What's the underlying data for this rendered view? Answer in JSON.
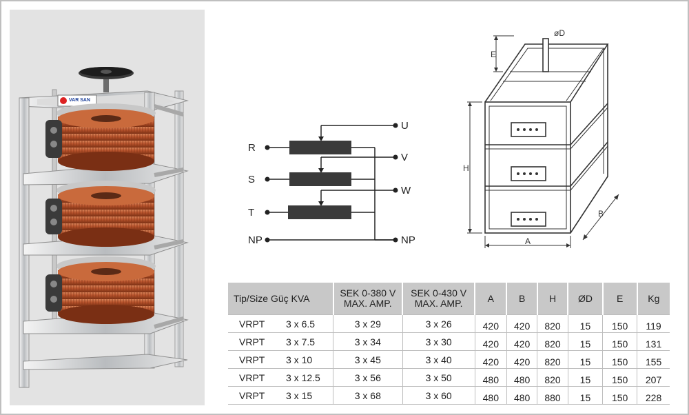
{
  "brand": {
    "logo_text": "VAR SAN"
  },
  "schematic": {
    "inputs": [
      "R",
      "S",
      "T",
      "NP"
    ],
    "outputs": [
      "U",
      "V",
      "W",
      "NP"
    ]
  },
  "dimension_drawing": {
    "labels": [
      "øD",
      "E",
      "H",
      "A",
      "B"
    ]
  },
  "table": {
    "headers": [
      {
        "line1": "Tip/Size Güç KVA",
        "line2": ""
      },
      {
        "line1": "SEK 0-380 V",
        "line2": "MAX. AMP."
      },
      {
        "line1": "SEK 0-430 V",
        "line2": "MAX. AMP."
      },
      {
        "line1": "A",
        "line2": ""
      },
      {
        "line1": "B",
        "line2": ""
      },
      {
        "line1": "H",
        "line2": ""
      },
      {
        "line1": "ØD",
        "line2": ""
      },
      {
        "line1": "E",
        "line2": ""
      },
      {
        "line1": "Kg",
        "line2": ""
      }
    ],
    "rows": [
      {
        "model": "VRPT",
        "kva": "3 x 6.5",
        "a380": "3 x 29",
        "a430": "3 x 26",
        "A": "420",
        "B": "420",
        "H": "820",
        "D": "15",
        "E": "150",
        "Kg": "119"
      },
      {
        "model": "VRPT",
        "kva": "3 x 7.5",
        "a380": "3 x 34",
        "a430": "3 x 30",
        "A": "420",
        "B": "420",
        "H": "820",
        "D": "15",
        "E": "150",
        "Kg": "131"
      },
      {
        "model": "VRPT",
        "kva": "3 x 10",
        "a380": "3 x 45",
        "a430": "3 x 40",
        "A": "420",
        "B": "420",
        "H": "820",
        "D": "15",
        "E": "150",
        "Kg": "155"
      },
      {
        "model": "VRPT",
        "kva": "3 x 12.5",
        "a380": "3 x 56",
        "a430": "3 x 50",
        "A": "480",
        "B": "480",
        "H": "820",
        "D": "15",
        "E": "150",
        "Kg": "207"
      },
      {
        "model": "VRPT",
        "kva": "3 x 15",
        "a380": "3 x 68",
        "a430": "3 x 60",
        "A": "480",
        "B": "480",
        "H": "880",
        "D": "15",
        "E": "150",
        "Kg": "228"
      }
    ]
  }
}
